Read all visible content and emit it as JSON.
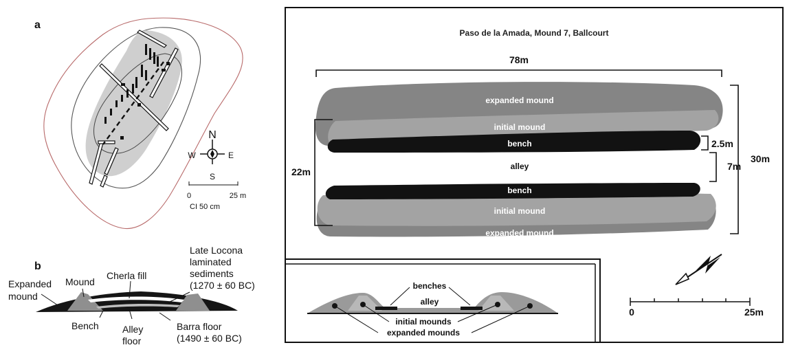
{
  "panel_a": {
    "label": "a",
    "compass": {
      "north": "N",
      "west": "W",
      "east": "E",
      "south": "S"
    },
    "scale": {
      "start": "0",
      "end": "25 m",
      "contour_interval": "CI 50 cm"
    }
  },
  "panel_b": {
    "label": "b",
    "labels": {
      "expanded_line1": "Expanded",
      "expanded_line2": "mound",
      "mound": "Mound",
      "cherla": "Cherla fill",
      "late1": "Late Locona",
      "late2": "laminated",
      "late3": "sediments",
      "late4": "(1270 ± 60 BC)",
      "bench": "Bench",
      "alley1": "Alley",
      "alley2": "floor",
      "barra1": "Barra floor",
      "barra2": "(1490 ± 60 BC)"
    }
  },
  "ballcourt": {
    "title": "Paso de la Amada, Mound 7, Ballcourt",
    "length": "78m",
    "total_width": "30m",
    "inner_width": "22m",
    "bench_width": "2.5m",
    "alley_width": "7m",
    "labels": {
      "expanded_top": "expanded mound",
      "initial_top": "initial mound",
      "bench_top": "bench",
      "alley": "alley",
      "bench_bottom": "bench",
      "initial_bottom": "initial mound",
      "expanded_bottom": "expanded mound"
    },
    "section": {
      "benches": "benches",
      "alley": "alley",
      "initial_mounds": "initial mounds",
      "expanded_mounds": "expanded mounds"
    },
    "scale": {
      "start": "0",
      "end": "25m"
    }
  },
  "colors": {
    "expanded_mound": "#858585",
    "initial_mound": "#a3a3a3",
    "bench": "#121212",
    "plan_shading": "#cfcfcf",
    "contour_outer": "#b86a6a"
  }
}
